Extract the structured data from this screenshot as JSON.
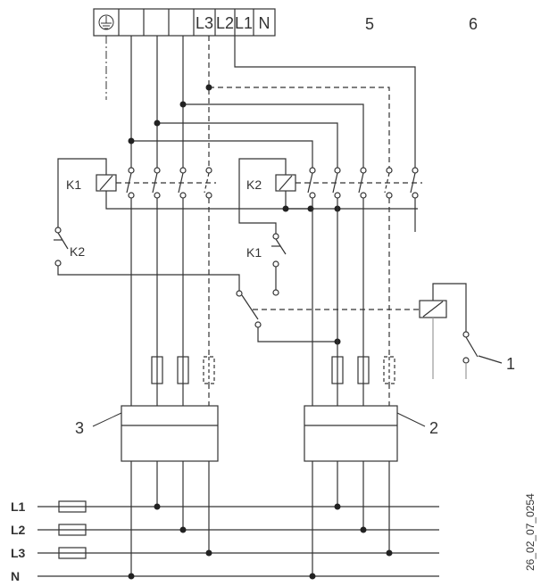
{
  "terminal_block": {
    "earth_symbol": "protective-earth-icon",
    "labels": [
      "L3",
      "L2",
      "L1",
      "N"
    ]
  },
  "column_labels": {
    "col5": "5",
    "col6": "6"
  },
  "contactors": {
    "k1": "K1",
    "k2": "K2"
  },
  "interlocks": {
    "k2_aux": "K2",
    "k1_aux": "K1"
  },
  "callouts": {
    "c1": "1",
    "c2": "2",
    "c3": "3"
  },
  "supply_lines": {
    "l1": "L1",
    "l2": "L2",
    "l3": "L3",
    "n": "N"
  },
  "figure_code": "26_02_07_0254",
  "colors": {
    "line": "#333333",
    "background": "#ffffff"
  }
}
